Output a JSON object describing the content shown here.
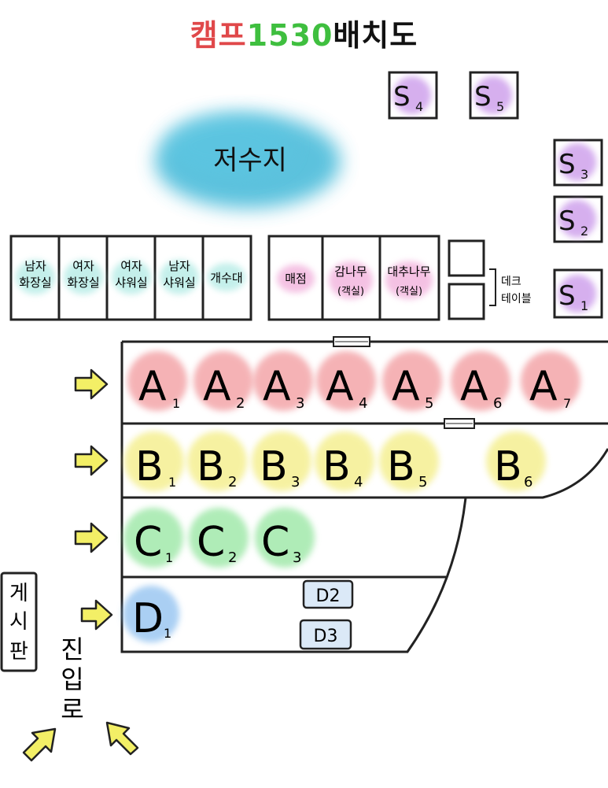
{
  "title": {
    "part1": "캠프",
    "part2": "1530",
    "part3": "배치도"
  },
  "colors": {
    "title_red": "#e0484a",
    "title_green": "#3fbf3f",
    "site_s": "#c58ee8",
    "site_a": "#f08a8f",
    "site_b": "#f3ec7a",
    "site_c": "#8ee49a",
    "site_d": "#8ec0f0",
    "reservoir": "#3fb8d8",
    "arrow": "#f3ef66",
    "facility_teal": "#b6ece6",
    "facility_pink": "#f0a8d8"
  },
  "reservoir_label": "저수지",
  "s_sites": [
    {
      "letter": "S",
      "num": "4"
    },
    {
      "letter": "S",
      "num": "5"
    },
    {
      "letter": "S",
      "num": "3"
    },
    {
      "letter": "S",
      "num": "2"
    },
    {
      "letter": "S",
      "num": "1"
    }
  ],
  "facilities_left": [
    {
      "l1": "남자",
      "l2": "화장실"
    },
    {
      "l1": "여자",
      "l2": "화장실"
    },
    {
      "l1": "여자",
      "l2": "샤워실"
    },
    {
      "l1": "남자",
      "l2": "샤워실"
    },
    {
      "l1": "개수대",
      "l2": ""
    }
  ],
  "facilities_mid": [
    {
      "l1": "매점",
      "l2": ""
    },
    {
      "l1": "감나무",
      "l2": "(객실)"
    },
    {
      "l1": "대추나무",
      "l2": "(객실)"
    }
  ],
  "deck": {
    "l1": "데크",
    "l2": "테이블"
  },
  "row_a": [
    "1",
    "2",
    "3",
    "4",
    "5",
    "6",
    "7"
  ],
  "row_b": [
    "1",
    "2",
    "3",
    "4",
    "5",
    "6"
  ],
  "row_c": [
    "1",
    "2",
    "3"
  ],
  "row_d": [
    "1"
  ],
  "d_boxes": [
    "D2",
    "D3"
  ],
  "board": [
    "게",
    "시",
    "판"
  ],
  "entrance": [
    "진",
    "입",
    "로"
  ]
}
